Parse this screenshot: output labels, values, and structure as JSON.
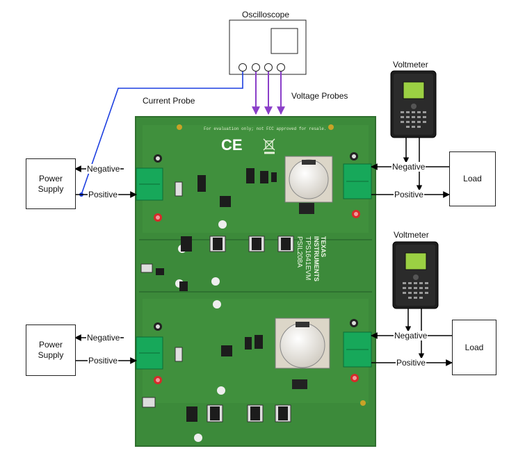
{
  "labels": {
    "oscilloscope": "Oscilloscope",
    "current_probe": "Current Probe",
    "voltage_probes": "Voltage Probes",
    "voltmeter_top": "Voltmeter",
    "voltmeter_bottom": "Voltmeter"
  },
  "supply_top": {
    "title": "Power Supply",
    "negative": "Negative",
    "positive": "Positive"
  },
  "supply_bottom": {
    "title": "Power Supply",
    "negative": "Negative",
    "positive": "Positive"
  },
  "load_top": {
    "title": "Load",
    "negative": "Negative",
    "positive": "Positive"
  },
  "load_bottom": {
    "title": "Load",
    "negative": "Negative",
    "positive": "Positive"
  },
  "board": {
    "notice": "For evaluation only; not FCC approved for resale.",
    "ce_mark": "CE",
    "brand_line1": "TEXAS",
    "brand_line2": "INSTRUMENTS",
    "part_line1": "TPS1641EVM",
    "part_line2": "PSIL208A"
  },
  "colors": {
    "pcb": "#3c8a3a",
    "pcb_edge": "#2f6f2e",
    "terminal": "#17a85a",
    "current_probe_wire": "#1d3fe0",
    "voltage_probe_wire": "#8a3ec8",
    "meter_screen": "#9bd043"
  }
}
